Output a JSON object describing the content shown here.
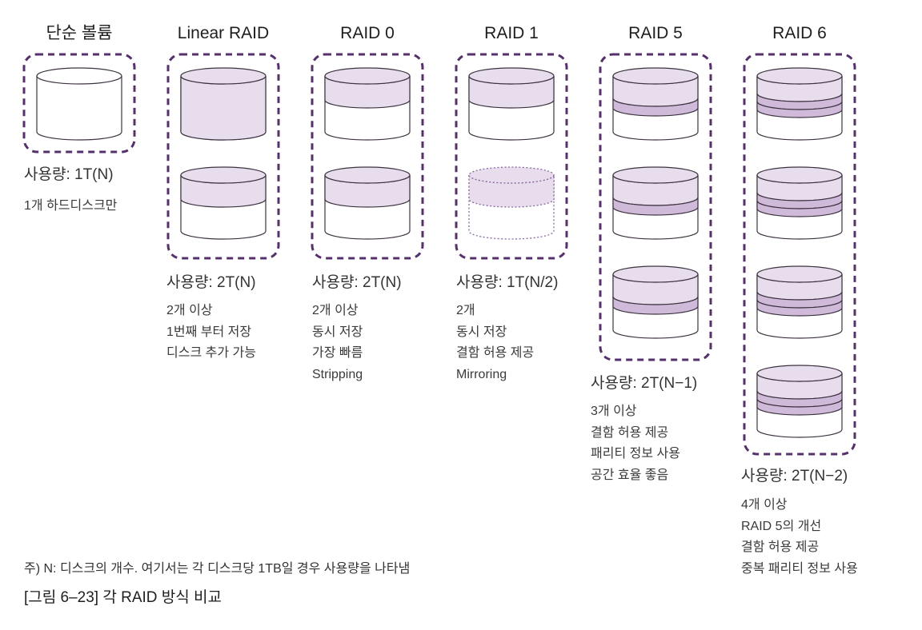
{
  "figure": {
    "columns": [
      {
        "title": "단순 볼륨",
        "disks": [
          "disk-empty-icon"
        ],
        "usage": "사용량: 1T(N)",
        "notes": [
          "1개 하드디스크만"
        ]
      },
      {
        "title": "Linear RAID",
        "disks": [
          "disk-full-icon",
          "disk-data-icon"
        ],
        "usage": "사용량: 2T(N)",
        "notes": [
          "2개 이상",
          "1번째 부터 저장",
          "디스크 추가 가능"
        ]
      },
      {
        "title": "RAID 0",
        "disks": [
          "disk-data-icon",
          "disk-data-icon"
        ],
        "usage": "사용량: 2T(N)",
        "notes": [
          "2개 이상",
          "동시 저장",
          "가장 빠름",
          "Stripping"
        ]
      },
      {
        "title": "RAID 1",
        "disks": [
          "disk-data-icon",
          "disk-mirror-icon"
        ],
        "usage": "사용량: 1T(N/2)",
        "notes": [
          "2개",
          "동시 저장",
          "결함 허용 제공",
          "Mirroring"
        ]
      },
      {
        "title": "RAID 5",
        "disks": [
          "disk-parity-icon",
          "disk-parity-icon",
          "disk-parity-icon"
        ],
        "usage": "사용량: 2T(N−1)",
        "notes": [
          "3개 이상",
          "결함 허용 제공",
          "패리티 정보 사용",
          "공간 효율 좋음"
        ]
      },
      {
        "title": "RAID 6",
        "disks": [
          "disk-dual-parity-icon",
          "disk-dual-parity-icon",
          "disk-dual-parity-icon",
          "disk-dual-parity-icon"
        ],
        "usage": "사용량: 2T(N−2)",
        "notes": [
          "4개 이상",
          "RAID 5의 개선",
          "결함 허용 제공",
          "중복 패리티 정보 사용"
        ]
      }
    ],
    "footnote": "주) N: 디스크의 개수. 여기서는 각 디스크당 1TB일 경우 사용량을 나타냄",
    "caption": "[그림 6–23] 각 RAID 방식 비교"
  },
  "colors": {
    "box": "#55306b",
    "disk_fill": "#e7ddec",
    "disk_stripe": "#cfbad9",
    "disk_outline": "#3d3340",
    "mirror_outline": "#8a68a0",
    "disk_body": "#ffffff"
  }
}
